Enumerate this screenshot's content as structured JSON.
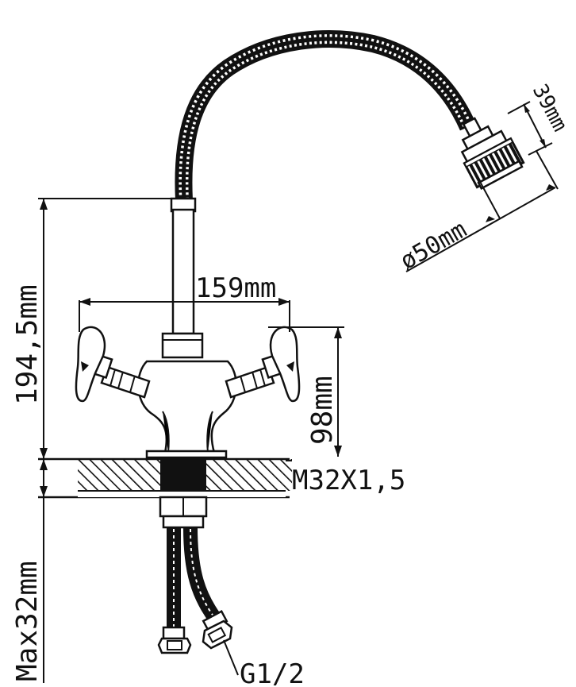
{
  "dimensions": {
    "height_total": "194,5mm",
    "spout_reach": "159mm",
    "body_height": "98mm",
    "head_height": "39mm",
    "head_diameter": "ø50mm",
    "mount_thread": "M32X1,5",
    "max_thickness": "Max32mm",
    "hose_thread": "G1/2"
  },
  "colors": {
    "line": "#111111",
    "background": "#ffffff"
  }
}
